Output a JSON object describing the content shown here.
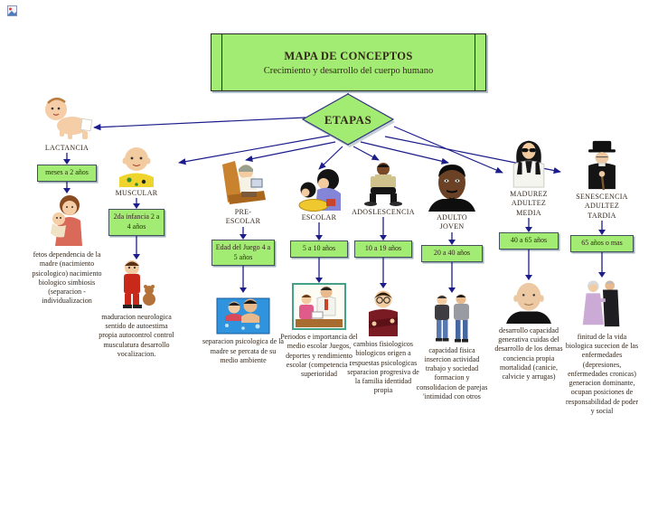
{
  "title_box": {
    "title": "MAPA DE CONCEPTOS",
    "subtitle": "Crecimiento y desarrollo del cuerpo humano"
  },
  "central_node": {
    "label": "ETAPAS"
  },
  "colors": {
    "node_fill": "#a2ec74",
    "node_border": "#44505a",
    "arrow": "#1c1c8a",
    "text": "#33261a"
  },
  "stages": [
    {
      "label": "LACTANCIA",
      "age_range": "meses a 2 años",
      "top_image": "baby-crawling",
      "bottom_image": "mother-holding-baby",
      "description": "fetos dependencia de la madre (nacimiento psicologico) nacimiento biologico simbiosis (separacion - individualizacion"
    },
    {
      "label": "MUSCULAR",
      "age_range": "2da infancia 2 a 4 años",
      "top_image": "bald-toddler",
      "bottom_image": "child-with-teddy",
      "description": "maduracion neurologica sentido de autoestima propia autocontrol control musculatura desarrollo vocalizacion."
    },
    {
      "label": "PRE-ESCOLAR",
      "age_range": "Edad del Juego 4 a 5 años",
      "top_image": "child-in-chair",
      "bottom_image": "family-swimming",
      "description": "separacion psicologica de la madre se percata de su medio ambiente"
    },
    {
      "label": "ESCOLAR",
      "age_range": "5 a 10 años",
      "top_image": "mother-child-reading",
      "bottom_image": "teacher-helping-student",
      "description": "Periodos e importancia del medio escolar Juegos, deportes y rendimiento escolar (competencia - superioridad"
    },
    {
      "label": "ADOSLESCENCIA",
      "age_range": "10 a 19 años",
      "top_image": "teen-sitting",
      "bottom_image": "teen-with-glasses",
      "description": "cambios fisiologicos biologicos origen a respuestas psicologicas separacion progresiva de la familia identidad propia"
    },
    {
      "label": "ADULTO JOVEN",
      "age_range": "20 a 40 años",
      "top_image": "young-man-portrait",
      "bottom_image": "couple-standing",
      "description": "capacidad fisica insercion actividad trabajo y sociedad formacion y consolidacion de parejas 'intimidad con otros"
    },
    {
      "label": "MADUREZ ADULTEZ MEDIA",
      "age_range": "40 a 65 años",
      "top_image": "woman-with-sunglasses",
      "bottom_image": "bald-man-portrait",
      "description": "desarrollo capacidad generativa cuidas del desarrollo de los demas conciencia propia mortalidad (canicie, calvicie y arrugas)"
    },
    {
      "label": "SENESCENCIA ADULTEZ TARDIA",
      "age_range": "65 años o mas",
      "top_image": "old-man-with-cane",
      "bottom_image": "elderly-couple",
      "description": "finitud de la vida biologica sucecion de las enfermedades (depresiones, enfermedades cronicas) generacion dominante, ocupan posiciones de responsabilidad de poder y social"
    }
  ]
}
